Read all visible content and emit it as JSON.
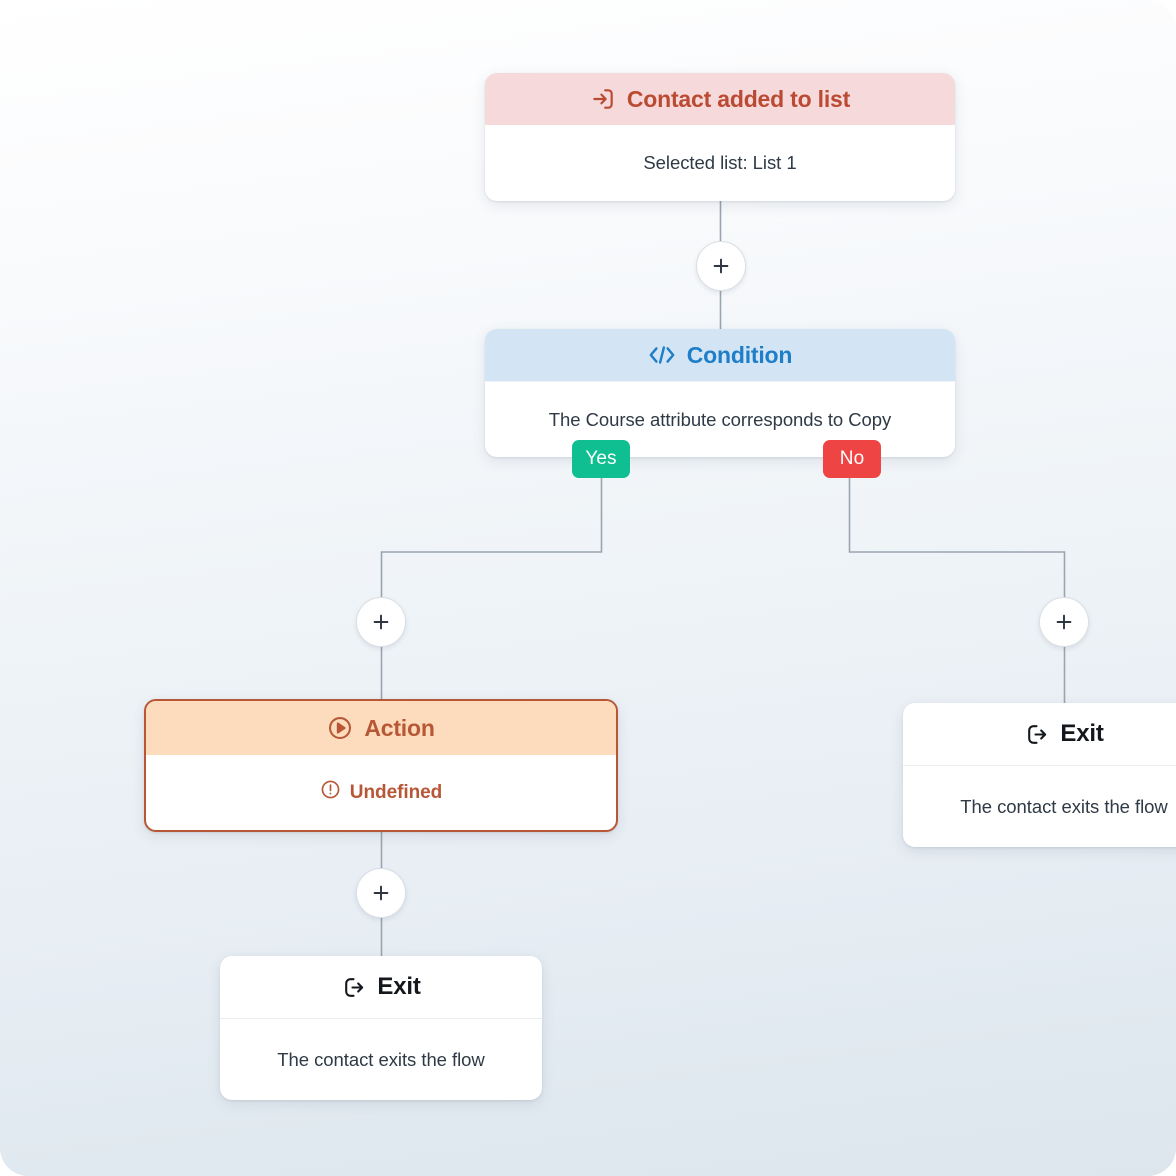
{
  "canvas": {
    "background_top": "#ffffff",
    "background_bottom": "#dde5ed"
  },
  "nodes": {
    "trigger": {
      "icon": "sign-in-icon",
      "title": "Contact added to list",
      "body": "Selected list: List 1",
      "header_bg": "#f6d9da",
      "title_color": "#bb4a33"
    },
    "condition": {
      "icon": "code-brackets-icon",
      "title": "Condition",
      "body": "The Course attribute corresponds to Copy",
      "header_bg": "#d3e5f4",
      "title_color": "#1e7ec8"
    },
    "action": {
      "icon": "play-circle-icon",
      "title": "Action",
      "status_icon": "exclamation-circle-icon",
      "body": "Undefined",
      "header_bg": "#fcdcbc",
      "title_color": "#b85736",
      "border_color": "#b85736"
    },
    "exit_left": {
      "icon": "sign-out-icon",
      "title": "Exit",
      "body": "The contact exits the flow"
    },
    "exit_right": {
      "icon": "sign-out-icon",
      "title": "Exit",
      "body": "The contact exits the flow"
    }
  },
  "branches": {
    "yes": {
      "label": "Yes",
      "color": "#0fbf92"
    },
    "no": {
      "label": "No",
      "color": "#ef4444"
    }
  },
  "add_buttons": {
    "after_trigger": "+",
    "yes_branch": "+",
    "no_branch": "+",
    "after_action": "+"
  },
  "connectors": {
    "color": "#9aa5b0"
  }
}
